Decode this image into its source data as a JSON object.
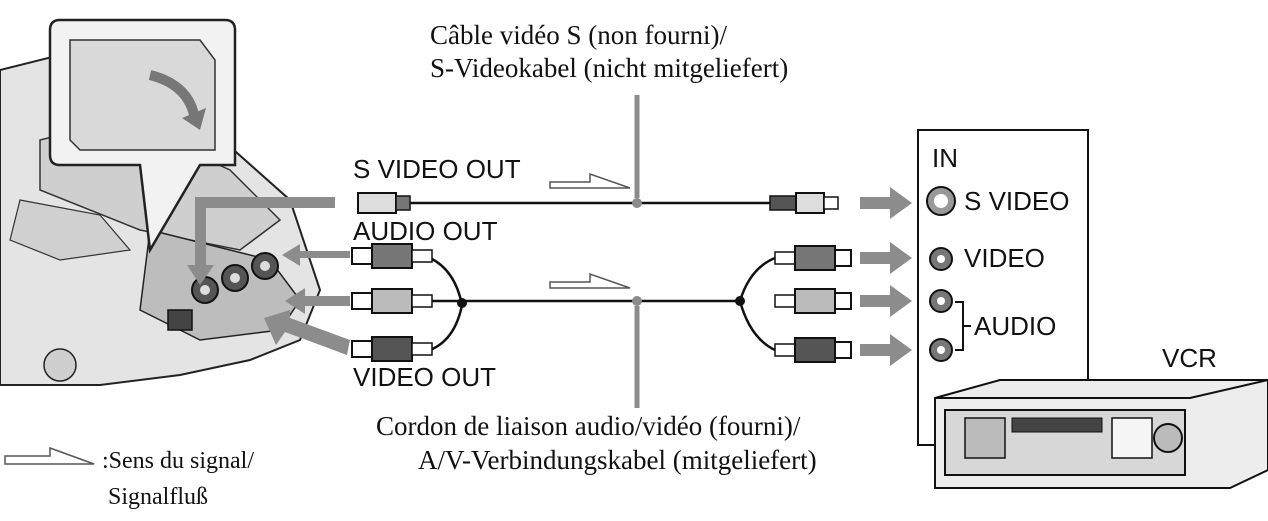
{
  "labels": {
    "s_video_cable": "Câble vidéo S (non fourni)/",
    "s_video_cable_de": "S-Videokabel (nicht mitgeliefert)",
    "s_video_out": "S VIDEO OUT",
    "audio_out": "AUDIO OUT",
    "video_out": "VIDEO OUT",
    "av_cable": "Cordon de liaison audio/vidéo (fourni)/",
    "av_cable_de": "A/V-Verbindungskabel (mitgeliefert)",
    "in": "IN",
    "s_video": "S VIDEO",
    "video": "VIDEO",
    "audio": "AUDIO",
    "vcr": "VCR",
    "legend_line1": ":Sens du signal/",
    "legend_line2": "Signalfluß"
  },
  "icons": [
    "signal-direction-arrow-icon",
    "s-video-jack-icon",
    "rca-jack-icon",
    "rca-plug-icon",
    "s-video-plug-icon"
  ],
  "colors": {
    "line": "#111111",
    "gray_arrow": "#8c8c8c",
    "device": "#d7d7d7"
  }
}
